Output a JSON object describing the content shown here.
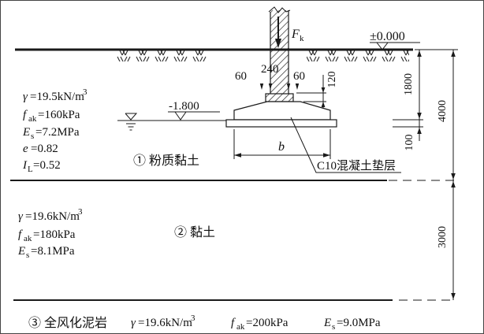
{
  "figure": {
    "elevation_top": "±0.000",
    "elevation_base": "-1.800",
    "load": {
      "sym": "F",
      "sub": "k"
    },
    "cushion_note": "C10混凝土垫层",
    "footing_width_label": "b"
  },
  "dimensions": {
    "col_offset_left": "60",
    "col_width": "240",
    "col_offset_right": "60",
    "step_height": "120",
    "embed_depth": "1800",
    "cushion_thickness": "100",
    "layer1_thickness": "4000",
    "layer2_thickness": "3000"
  },
  "layers": [
    {
      "label": "① 粉质黏土",
      "props": [
        {
          "sym": "γ",
          "sub": "",
          "val": "=19.5kN/m",
          "sup": "3"
        },
        {
          "sym": "f",
          "sub": "ak",
          "val": "=160kPa",
          "sup": ""
        },
        {
          "sym": "E",
          "sub": "s",
          "val": "=7.2MPa",
          "sup": ""
        },
        {
          "sym": "e",
          "sub": "",
          "val": "=0.82",
          "sup": ""
        },
        {
          "sym": "I",
          "sub": "L",
          "val": "=0.52",
          "sup": ""
        }
      ]
    },
    {
      "label": "② 黏土",
      "props": [
        {
          "sym": "γ",
          "sub": "",
          "val": "=19.6kN/m",
          "sup": "3"
        },
        {
          "sym": "f",
          "sub": "ak",
          "val": "=180kPa",
          "sup": ""
        },
        {
          "sym": "E",
          "sub": "s",
          "val": "=8.1MPa",
          "sup": ""
        }
      ]
    },
    {
      "label": "③ 全风化泥岩",
      "props": [
        {
          "sym": "γ",
          "sub": "",
          "val": "=19.6kN/m",
          "sup": "3"
        },
        {
          "sym": "f",
          "sub": "ak",
          "val": "=200kPa",
          "sup": ""
        },
        {
          "sym": "E",
          "sub": "s",
          "val": "=9.0MPa",
          "sup": ""
        }
      ]
    }
  ],
  "colors": {
    "ink": "#1a1a1a",
    "paper": "#ffffff"
  }
}
